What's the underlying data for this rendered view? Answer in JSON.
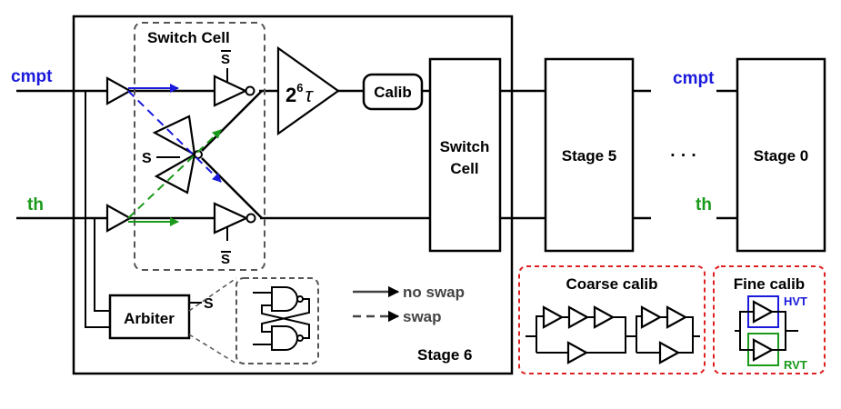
{
  "labels": {
    "cmpt": "cmpt",
    "th": "th",
    "switch_cell_title": "Switch Cell",
    "s_bar": "S",
    "s": "S",
    "amp_base": "2",
    "amp_exp": "6",
    "amp_tau": "τ",
    "calib": "Calib",
    "switch_cell_block_line1": "Switch",
    "switch_cell_block_line2": "Cell",
    "stage5": "Stage 5",
    "dots": "· · ·",
    "stage0": "Stage 0",
    "arbiter": "Arbiter",
    "legend_no_swap": "no swap",
    "legend_swap": "swap",
    "stage6": "Stage 6",
    "coarse_calib": "Coarse calib",
    "fine_calib": "Fine calib",
    "hvt": "HVT",
    "rvt": "RVT"
  },
  "colors": {
    "cmpt": "#1a1adc",
    "th": "#1a9a1a",
    "calib_border": "#e02020",
    "hvt": "#1a1adc",
    "rvt": "#1a9a1a",
    "no_swap_blue": "#1a1adc",
    "swap_green": "#1a9a1a"
  }
}
